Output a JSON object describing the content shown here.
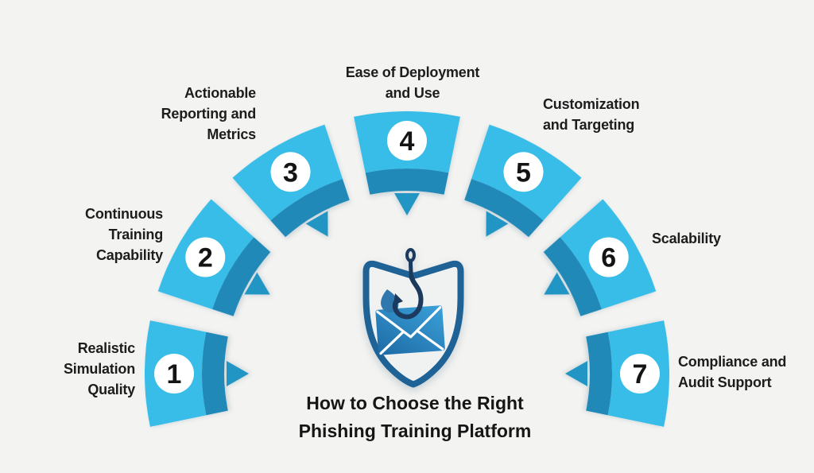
{
  "title": "How to Choose the Right\nPhishing Training Platform",
  "items": [
    {
      "number": "1",
      "label": "Realistic\nSimulation\nQuality"
    },
    {
      "number": "2",
      "label": "Continuous\nTraining\nCapability"
    },
    {
      "number": "3",
      "label": "Actionable\nReporting and\nMetrics"
    },
    {
      "number": "4",
      "label": "Ease of Deployment\nand Use"
    },
    {
      "number": "5",
      "label": "Customization\nand Targeting"
    },
    {
      "number": "6",
      "label": "Scalability"
    },
    {
      "number": "7",
      "label": "Compliance and\nAudit Support"
    }
  ],
  "center_icon": {
    "name": "shield-with-phishing-hook-and-envelope",
    "parts": [
      "shield",
      "fishing-hook",
      "water-drop",
      "envelope"
    ]
  },
  "colors": {
    "background": "#f3f3f1",
    "wedge_light": "#38bde9",
    "wedge_dark": "#2089b8",
    "wedge_pointer": "#2196c4",
    "number_circle": "#ffffff",
    "number_text": "#141414",
    "shield_border": "#1e6296",
    "shield_fill": "#f0f2f2",
    "hook": "#1b3a5d",
    "envelope_dark": "#1d6aa5",
    "envelope_light": "#3ba1d9",
    "label_text": "#1d1d1d"
  }
}
